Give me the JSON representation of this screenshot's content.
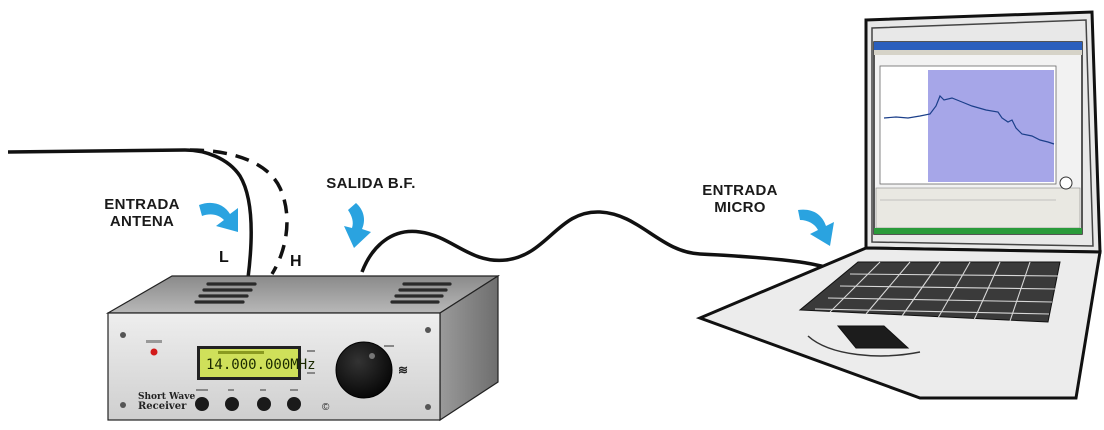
{
  "labels": {
    "entrada_antena_line1": "ENTRADA",
    "entrada_antena_line2": "ANTENA",
    "salida_bf": "SALIDA B.F.",
    "entrada_micro_line1": "ENTRADA",
    "entrada_micro_line2": "MICRO",
    "antenna_low": "L",
    "antenna_high": "H"
  },
  "receiver": {
    "frequency_display": "14.000.000MHz",
    "brand_line1": "Short Wave",
    "brand_line2": "Receiver"
  },
  "colors": {
    "arrow": "#2aa3e0",
    "receiver_panel": "#dcdcdc",
    "lcd": "#cfe05a",
    "laptop_plot": "#a6a6e8"
  },
  "icons": [
    "curved-arrow-icon",
    "tuning-knob-icon",
    "power-led-icon"
  ]
}
